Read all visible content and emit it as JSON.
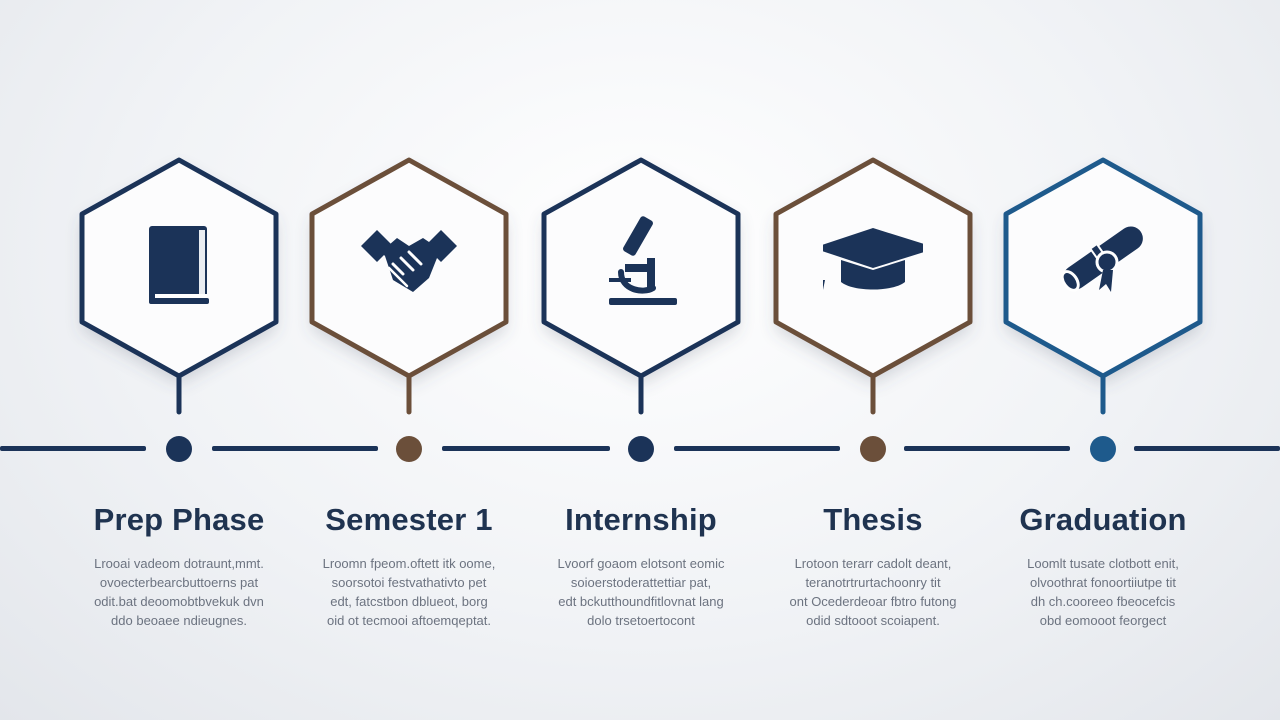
{
  "steps": [
    {
      "title": "Prep Phase",
      "icon": "book-icon",
      "color": "#1b3358",
      "desc": [
        "Lrooai vadeom dotraunt,mmt.",
        "ovoecterbearcbuttoerns pat",
        "odit.bat deoomobtbvekuk dvn",
        "ddo beoaee ndieugnes."
      ]
    },
    {
      "title": "Semester 1",
      "icon": "handshake-icon",
      "color": "#6b4f3a",
      "desc": [
        "Lroomn fpeom.oftett itk oome,",
        "soorsotoi festvathativto pet",
        "edt, fatcstbon dblueot, borg",
        "oid ot tecmooi aftoemqeptat."
      ]
    },
    {
      "title": "Internship",
      "icon": "microscope-icon",
      "color": "#1b3358",
      "desc": [
        "Lvoorf goaom elotsont eomic",
        "soioerstoderattettiar pat,",
        "edt bckutthoundfitlovnat lang",
        "dolo trsetoertocont"
      ]
    },
    {
      "title": "Thesis",
      "icon": "graduation-cap-icon",
      "color": "#6b4f3a",
      "desc": [
        "Lrotoon terarr cadolt deant,",
        "teranotrtrurtachoonry tit",
        "ont Ocederdeoar fbtro futong",
        "odid sdtooot scoiapent."
      ]
    },
    {
      "title": "Graduation",
      "icon": "diploma-scroll-icon",
      "color": "#1e5a8c",
      "desc": [
        "Loomlt tusate clotbott enit,",
        "olvoothrat fonoortiiutpe tit",
        "dh ch.cooreeo fbeocefcis",
        "obd eomooot feorgect"
      ]
    }
  ]
}
